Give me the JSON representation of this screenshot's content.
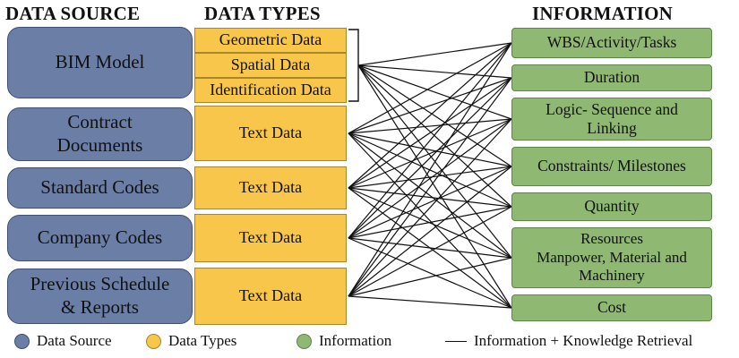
{
  "headers": {
    "data_source": "DATA SOURCE",
    "data_types": "DATA TYPES",
    "information": "INFORMATION"
  },
  "sources": [
    {
      "label": "BIM Model"
    },
    {
      "label": "Contract\nDocuments"
    },
    {
      "label": "Standard Codes"
    },
    {
      "label": "Company Codes"
    },
    {
      "label": "Previous Schedule\n& Reports"
    }
  ],
  "data_types": [
    {
      "label": "Geometric Data"
    },
    {
      "label": "Spatial Data"
    },
    {
      "label": "Identification Data"
    },
    {
      "label": "Text Data"
    },
    {
      "label": "Text Data"
    },
    {
      "label": "Text Data"
    },
    {
      "label": "Text Data"
    }
  ],
  "information": [
    {
      "label": "WBS/Activity/Tasks"
    },
    {
      "label": "Duration"
    },
    {
      "label": "Logic- Sequence and\nLinking"
    },
    {
      "label": "Constraints/ Milestones"
    },
    {
      "label": "Quantity"
    },
    {
      "label": "Resources\nManpower, Material and\nMachinery"
    },
    {
      "label": "Cost"
    }
  ],
  "legend": {
    "data_source": "Data Source",
    "data_types": "Data Types",
    "information": "Information",
    "link": "Information + Knowledge Retrieval"
  },
  "colors": {
    "data_source": "#6b7ea6",
    "data_types": "#f7c64b",
    "information": "#8fb873",
    "link": "#111111"
  }
}
